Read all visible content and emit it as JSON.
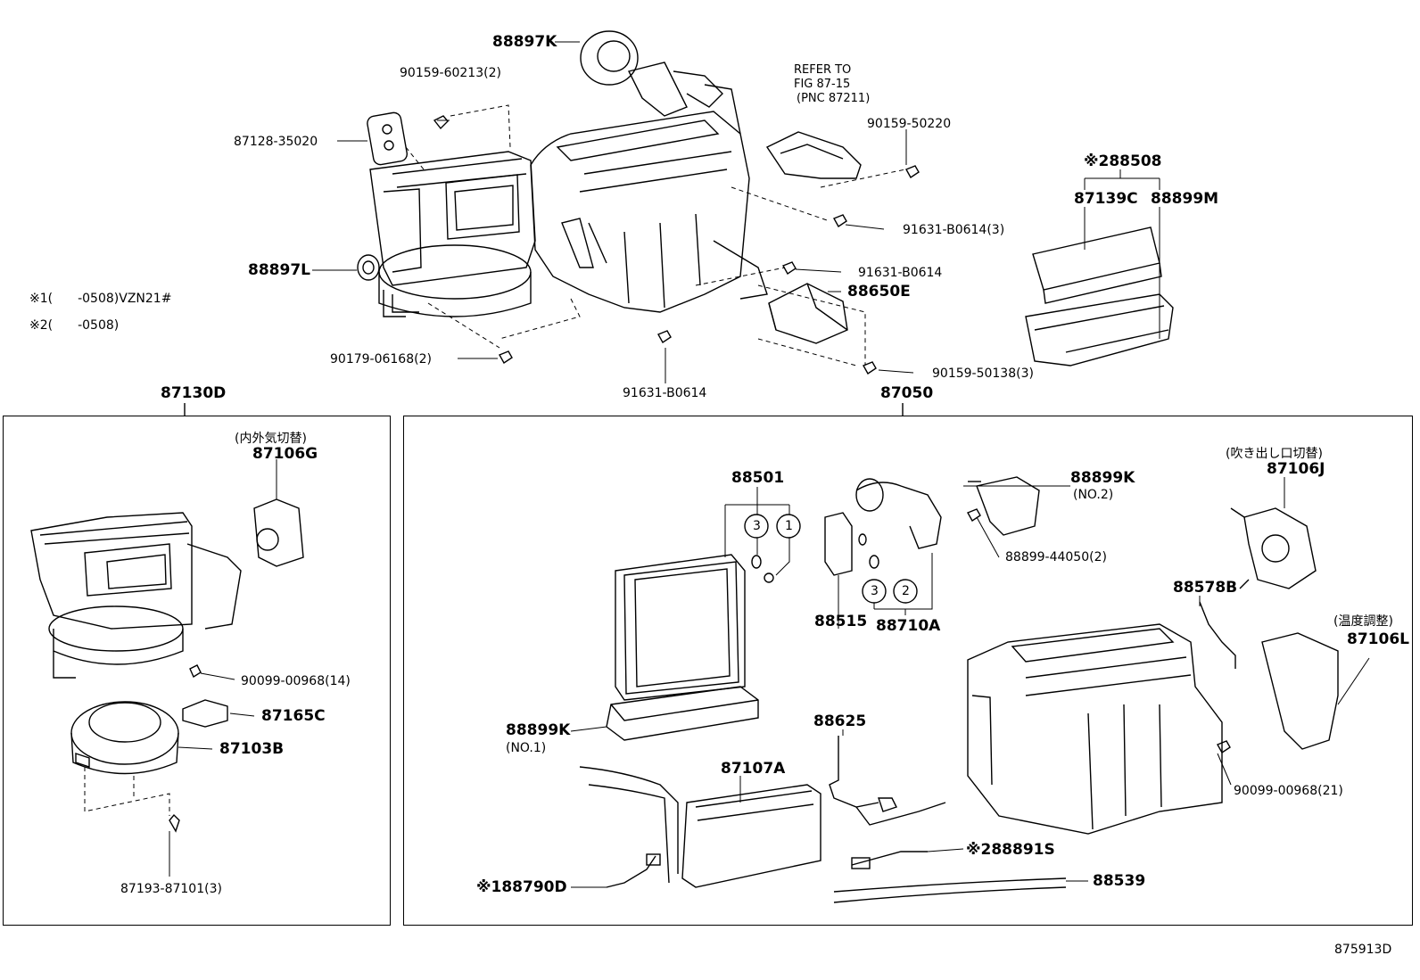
{
  "notes": {
    "note1": "※1(　　-0508)VZN21#",
    "note2": "※2(　　-0508)"
  },
  "diagram_id": "875913D",
  "top": {
    "p88897K": "88897K",
    "p90159_60213": "90159-60213(2)",
    "p87128_35020": "87128-35020",
    "refer1": "REFER TO",
    "refer2": "FIG 87-15",
    "refer3": "(PNC 87211)",
    "p90159_50220": "90159-50220",
    "p91631_B0614_3": "91631-B0614(3)",
    "p88897L": "88897L",
    "p91631_B0614_a": "91631-B0614",
    "p88650E": "88650E",
    "p90179_06168": "90179-06168(2)",
    "p91631_B0614_b": "91631-B0614",
    "p90159_50138": "90159-50138(3)",
    "p88508": "※288508",
    "p87139C": "87139C",
    "p88899M": "88899M"
  },
  "left_box": {
    "title": "87130D",
    "jp": "(内外気切替)",
    "p87106G": "87106G",
    "p90099_00968_14": "90099-00968(14)",
    "p87165C": "87165C",
    "p87103B": "87103B",
    "p87193_87101": "87193-87101(3)"
  },
  "right_box": {
    "title": "87050",
    "p88501": "88501",
    "c3a": "3",
    "c1": "1",
    "p88515": "88515",
    "c3b": "3",
    "c2": "2",
    "p88710A": "88710A",
    "p88899K2": "88899K",
    "no2": "(NO.2)",
    "p88899_44050": "88899-44050(2)",
    "jp_vent": "(吹き出し口切替)",
    "p87106J": "87106J",
    "p88578B": "88578B",
    "jp_temp": "(温度調整)",
    "p87106L": "87106L",
    "p88899K1": "88899K",
    "no1": "(NO.1)",
    "p88625": "88625",
    "p87107A": "87107A",
    "p90099_00968_21": "90099-00968(21)",
    "p88891S": "※288891S",
    "p88790D": "※188790D",
    "p88539": "88539"
  }
}
